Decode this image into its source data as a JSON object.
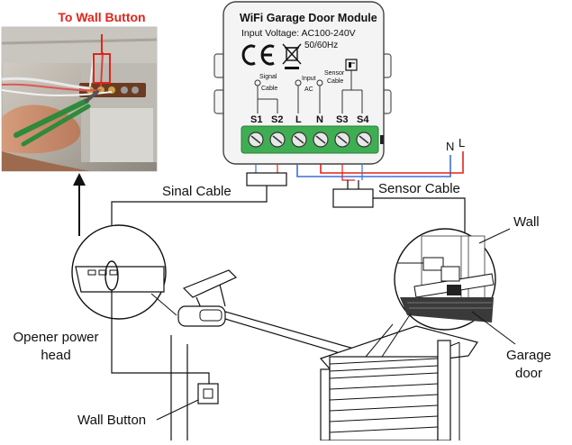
{
  "photo_caption": "To Wall Button",
  "module": {
    "title": "WiFi Garage Door Module",
    "input_voltage": "Input Voltage: AC100-240V",
    "frequency": "50/60Hz",
    "ce_mark": "CE",
    "sub_labels": {
      "signal": "Signal",
      "signal_cable": "Cable",
      "input": "Input",
      "input_ac": "AC",
      "sensor": "Sensor",
      "sensor_cable": "Cable"
    },
    "terminals": [
      "S1",
      "S2",
      "L",
      "N",
      "S3",
      "S4"
    ]
  },
  "power_labels": {
    "n": "N",
    "l": "L"
  },
  "labels": {
    "sinal_cable": "Sinal Cable",
    "sensor_cable": "Sensor Cable",
    "wall": "Wall",
    "garage_door_1": "Garage",
    "garage_door_2": "door",
    "opener_1": "Opener power",
    "opener_2": "head",
    "wall_button": "Wall Button"
  },
  "colors": {
    "terminal_green": "#3fae52",
    "wire_red": "#e0251b",
    "wire_blue": "#3b6fd8",
    "module_body": "#f4f4f4",
    "caption_red": "#e0251b"
  },
  "icons": [
    "crossed-bin-icon",
    "ce-mark",
    "sensor-switch-icon",
    "screw-terminal-icon"
  ]
}
